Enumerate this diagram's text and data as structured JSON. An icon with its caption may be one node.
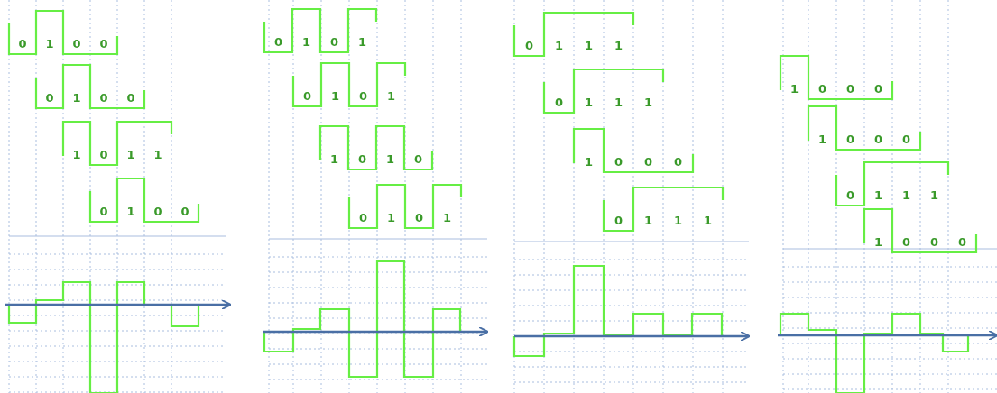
{
  "diagram": {
    "labels": [
      "0",
      "1",
      "0",
      "0",
      "0",
      "1",
      "0",
      "0",
      "1",
      "0",
      "1",
      "1",
      "0",
      "1",
      "0",
      "0",
      "0",
      "1",
      "0",
      "1",
      "0",
      "1",
      "0",
      "1",
      "1",
      "0",
      "1",
      "0",
      "0",
      "1",
      "0",
      "1",
      "0",
      "1",
      "1",
      "1",
      "0",
      "1",
      "1",
      "1",
      "1",
      "0",
      "0",
      "0",
      "0",
      "1",
      "1",
      "1",
      "1",
      "0",
      "0",
      "0",
      "1",
      "0",
      "0",
      "0",
      "0",
      "1",
      "1",
      "1",
      "1",
      "0",
      "0",
      "0"
    ]
  }
}
